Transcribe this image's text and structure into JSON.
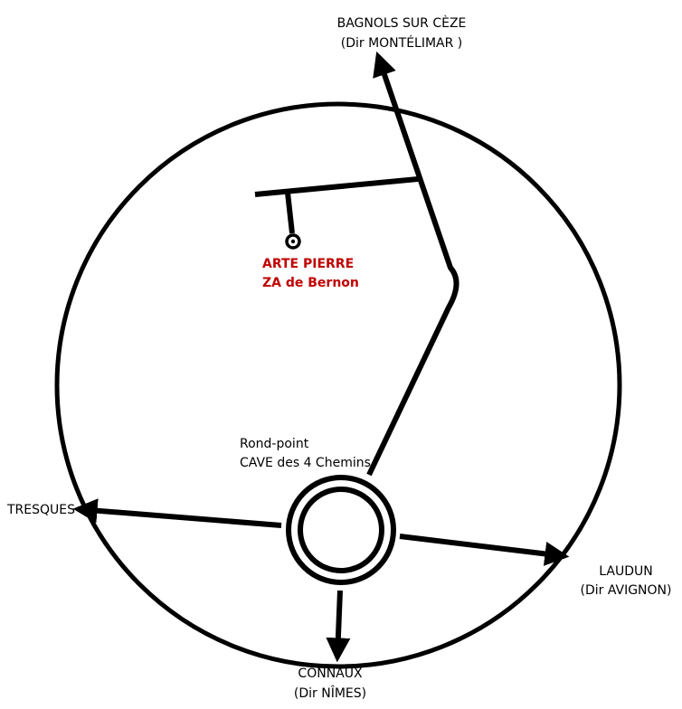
{
  "colors": {
    "ink": "#000000",
    "accent": "#c00000",
    "background": "#ffffff"
  },
  "destination": {
    "name": "ARTE PIERRE",
    "address": "ZA de Bernon"
  },
  "roundabout": {
    "line1": "Rond-point",
    "line2": "CAVE des 4 Chemins"
  },
  "directions": {
    "north": {
      "line1": "BAGNOLS SUR CÈZE",
      "line2": "(Dir  MONTÉLIMAR )"
    },
    "east": {
      "line1": "LAUDUN",
      "line2": "(Dir AVIGNON)"
    },
    "south": {
      "line1": "CONNAUX",
      "line2": "(Dir NÎMES)"
    },
    "west": {
      "line1": "TRESQUES"
    }
  }
}
